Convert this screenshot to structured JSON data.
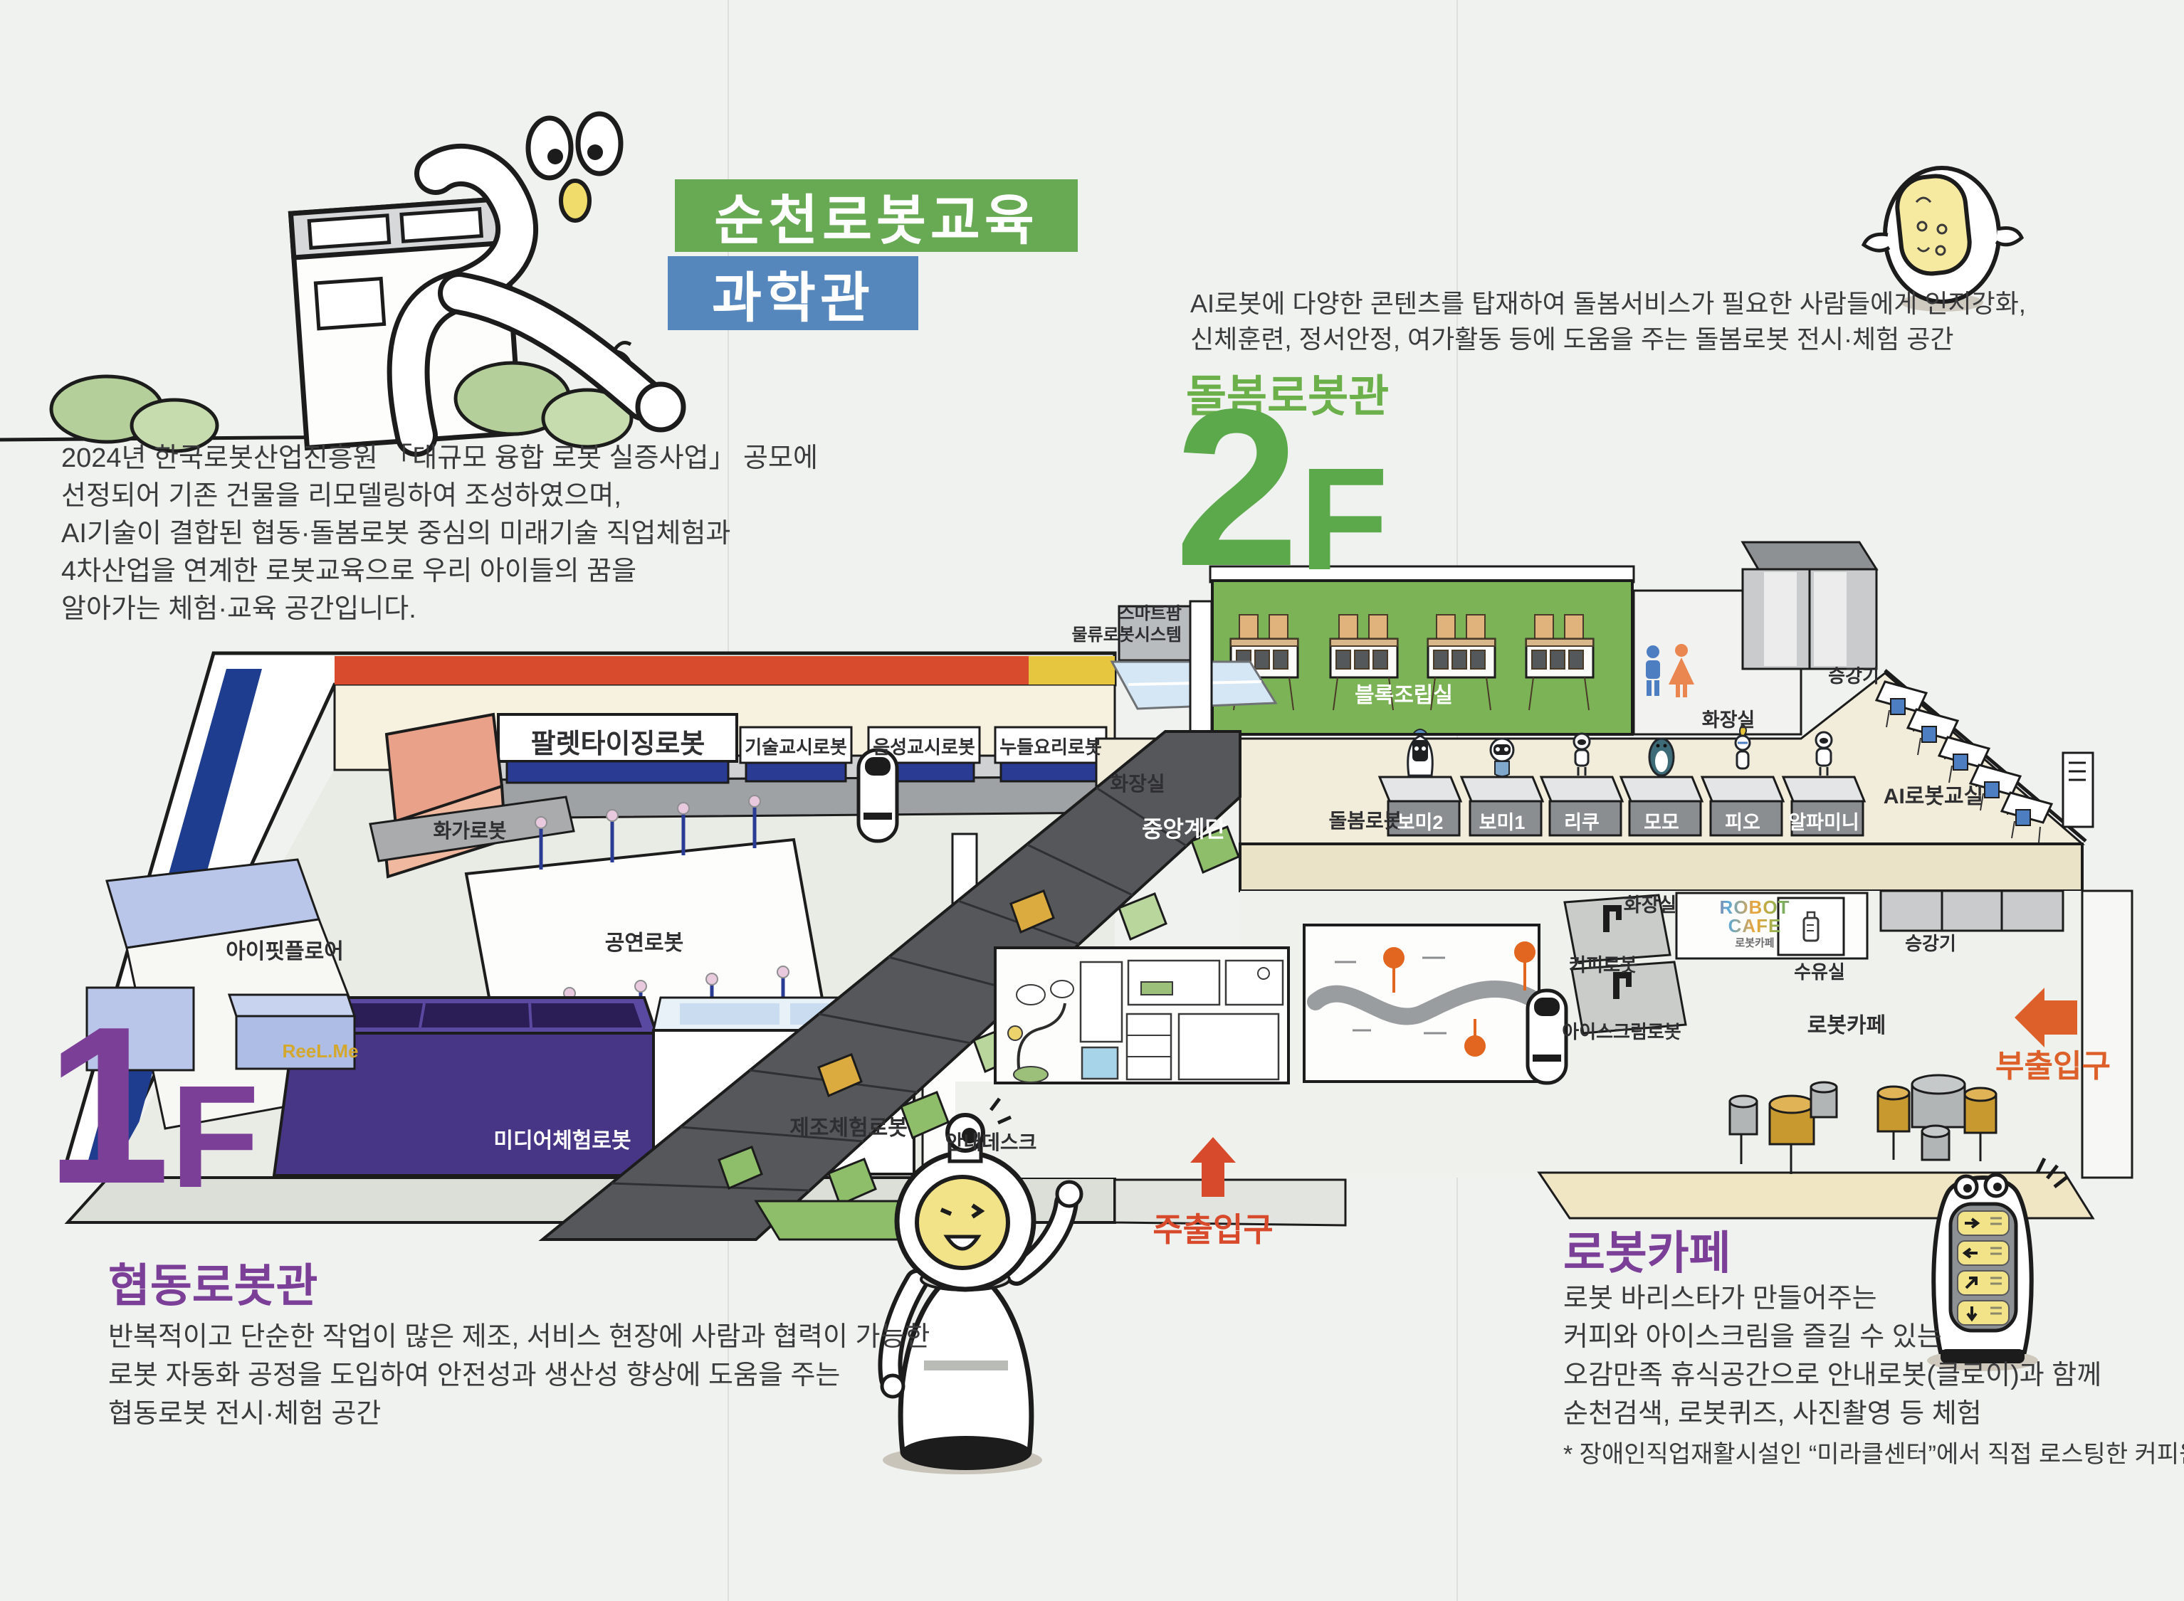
{
  "title": {
    "top": "순천로봇교육",
    "bottom": "과학관"
  },
  "intro": {
    "lines": [
      "2024년  한국로봇산업진흥원 「대규모 융합 로봇 실증사업」 공모에",
      "선정되어 기존 건물을 리모델링하여 조성하였으며,",
      "AI기술이 결합된 협동·돌봄로봇 중심의 미래기술 직업체험과",
      "4차산업을 연계한 로봇교육으로 우리 아이들의 꿈을",
      "알아가는 체험·교육 공간입니다."
    ]
  },
  "floor2": {
    "tag_number": "2",
    "tag_letter": "F",
    "name": "돌봄로봇관",
    "desc": [
      "AI로봇에 다양한 콘텐츠를 탑재하여 돌봄서비스가 필요한 사람들에게 인지강화,",
      "신체훈련, 정서안정, 여가활동 등에 도움을 주는 돌봄로봇 전시·체험 공간"
    ]
  },
  "floor1": {
    "tag_number": "1",
    "tag_letter": "F",
    "name": "협동로봇관",
    "desc": [
      "반복적이고 단순한 작업이 많은 제조, 서비스 현장에 사람과 협력이 가능한",
      "로봇 자동화 공정을 도입하여 안전성과 생산성 향상에 도움을 주는",
      "협동로봇 전시·체험 공간"
    ]
  },
  "cafe": {
    "name": "로봇카페",
    "desc": [
      "로봇 바리스타가 만들어주는",
      "커피와 아이스크림을 즐길 수 있는",
      "오감만족 휴식공간으로 안내로봇(클로이)과 함께",
      "순천검색, 로봇퀴즈, 사진촬영 등 체험"
    ],
    "note": "* 장애인직업재활시설인 “미라클센터”에서 직접 로스팅한 커피원두 사용"
  },
  "plan": {
    "labels": {
      "smartfarm1": "스마트팜",
      "smartfarm2": "물류로봇시스템",
      "block_room": "블록조립실",
      "toilet": "화장실",
      "elevator": "승강기",
      "care_robot": "돌봄로봇",
      "ai_class": "AI로봇교실",
      "nursing": "수유실",
      "coffee": "커피로봇",
      "icecream": "아이스크림로봇",
      "robot_cafe": "로봇카페",
      "sub_exit": "부출입구",
      "main_exit": "주출입구",
      "stairs": "중앙계단",
      "palletizing": "팔렛타이징로봇",
      "tech_teach": "기술교시로봇",
      "voice_teach": "음성교시로봇",
      "noodle": "누들요리로봇",
      "painter": "화가로봇",
      "eyefit": "아이핏플로어",
      "performance": "공연로봇",
      "media": "미디어체험로봇",
      "manufacture": "제조체험로봇",
      "info_desk": "안내데스크",
      "reelme": "ReeL.Me",
      "cafe_logo": "ROBOT CAFE",
      "cafe_logo_sub": "로봇카페"
    },
    "care_robots": [
      "보미2",
      "보미1",
      "리쿠",
      "모모",
      "피오",
      "알파미니"
    ]
  },
  "colors": {
    "title_green": "#68a953",
    "title_blue": "#5587bd",
    "section_purple": "#7c3f98",
    "section_green": "#6cb04b",
    "floor2_green": "#5ba94a",
    "room_green": "#7cb357",
    "exit_orange": "#dd5f2a",
    "entrance_red": "#d84a2c",
    "stripe_navy": "#1e3d8f",
    "band_red": "#d84b2d",
    "band_yellow": "#e6c53f",
    "cream_floor": "#f2edda",
    "salmon_wall": "#e9a289"
  }
}
